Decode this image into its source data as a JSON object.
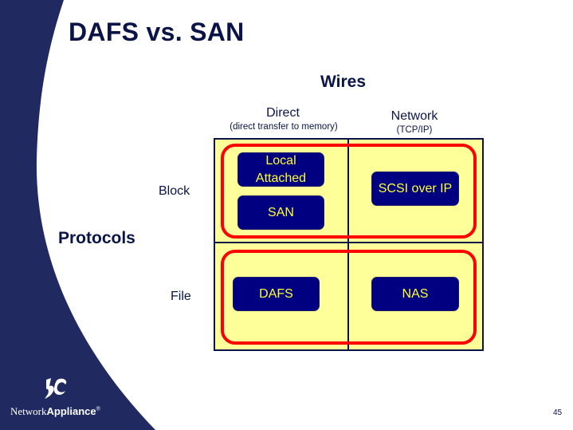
{
  "slide": {
    "title": "DAFS vs. SAN",
    "page_number": "45",
    "colors": {
      "sidebar": "#202a60",
      "title_text": "#0a1446",
      "grid_fill": "#ffff99",
      "highlight_outline": "#ff0000",
      "box_fill": "#000080",
      "box_text": "#ffff33"
    }
  },
  "axes": {
    "columns_heading": "Wires",
    "rows_heading": "Protocols",
    "columns": [
      {
        "label": "Direct",
        "sublabel": "(direct transfer to memory)"
      },
      {
        "label": "Network",
        "sublabel": "(TCP/IP)"
      }
    ],
    "rows": [
      {
        "label": "Block"
      },
      {
        "label": "File"
      }
    ]
  },
  "cells": {
    "block_direct": [
      "Local Attached",
      "SAN"
    ],
    "block_network": [
      "SCSI over IP"
    ],
    "file_direct": [
      "DAFS"
    ],
    "file_network": [
      "NAS"
    ]
  },
  "boxes": {
    "local_attached_line1": "Local",
    "local_attached_line2": "Attached",
    "san": "SAN",
    "scsi_over_ip": "SCSI over IP",
    "dafs": "DAFS",
    "nas": "NAS"
  },
  "highlights": [
    {
      "group": "Block row",
      "outline": "red rounded rectangle"
    },
    {
      "group": "File row",
      "outline": "red rounded rectangle"
    }
  ],
  "logo": {
    "icon": "netapp-logo-icon",
    "text_thin": "Network",
    "text_bold": "Appliance",
    "mark": "®"
  }
}
